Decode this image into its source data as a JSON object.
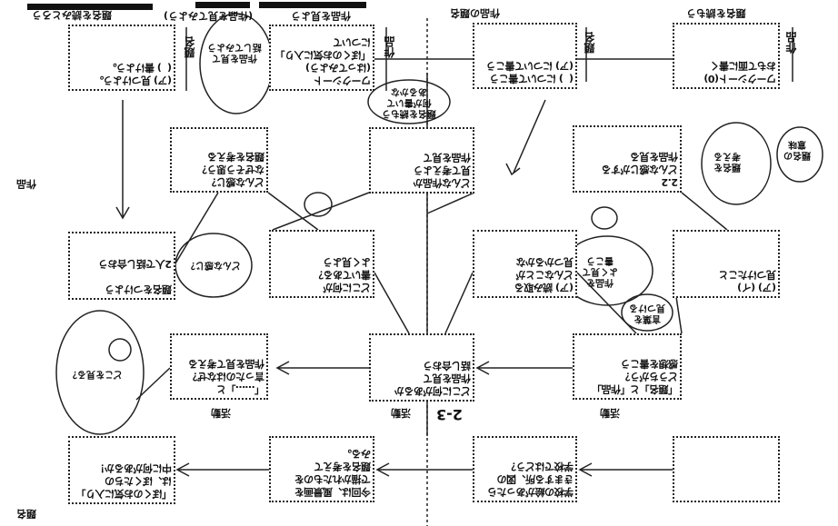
{
  "header": {
    "left_title": "題名を読みとろう",
    "left_subtitle": "(作品を見てみよう)",
    "mid_title": "作品を見よう",
    "right_mid_title": "作品の題名",
    "right_title": "題名を読もう"
  },
  "side_labels": {
    "top_left": "題名",
    "top_mid": "作品",
    "top_right_mid": "題名",
    "top_right": "作品",
    "left_margin": "作品",
    "bottom_left": "題名",
    "row4_left": "活動",
    "row4_mid": "活動",
    "row4_right": "活動",
    "page_center": "2-3"
  },
  "boxes": {
    "r1_a": "(ア) 見つけよう。\n(  ) 書けよう。",
    "r1_b": "ワークシート\n(はってみよう)\n「ぼくのお気に入り」\nについて",
    "r1_c": "(  ) について書こう\n(ア) について書こう",
    "r1_d": "ワークシート(0)\nおもて面に書く",
    "r2_a": "どんな感じ？\nなぜそう思う？\n題名を考える",
    "r2_b": "どんな作品か\n見て考えよう\n作品を見て",
    "r2_c": "2.2\nどんな感じがする\n作品を見る",
    "r3_a": "題名をつけよう\n\n2人で話し合おう",
    "r3_b": "どこに何が\n書いてある？\nよく見よう",
    "r3_c": "(ア) 読み取る\nどんなことが\n見つかるかな",
    "r3_d": "(ア) (イ)\n見つけたこと",
    "r4_a": "「……」と\n言ったのはなぜ？\n作品を見て考える",
    "r4_b": "どこに何があるか\n作品を見て\n話し合おう",
    "r4_c": "「題名」と「作品」\nどうちがう？\n感想を書こう",
    "r5_a": "「ぼくのお気に入り」\nは、ぼくたちの\n中に何があるか！",
    "r5_b": "今回は、風景画を\nで描かれたものを\n題名を考えて\nみる。",
    "r5_c": "学校の絵があったら\nきまする所、図の\n学校ではどう？",
    "r5_d": ""
  },
  "bubbles": {
    "b1": "作品を見て\n話してみよう",
    "b2": "どんな感じ？",
    "b3": "題名を読もう\n何が書いて\nあるかな",
    "b4": "作品を\nよく見て\n書こう",
    "b5": "どこを見る？",
    "b6": "題名を\n考える",
    "b7": "言葉を\n見つける",
    "b8": "題名の\n意味"
  }
}
